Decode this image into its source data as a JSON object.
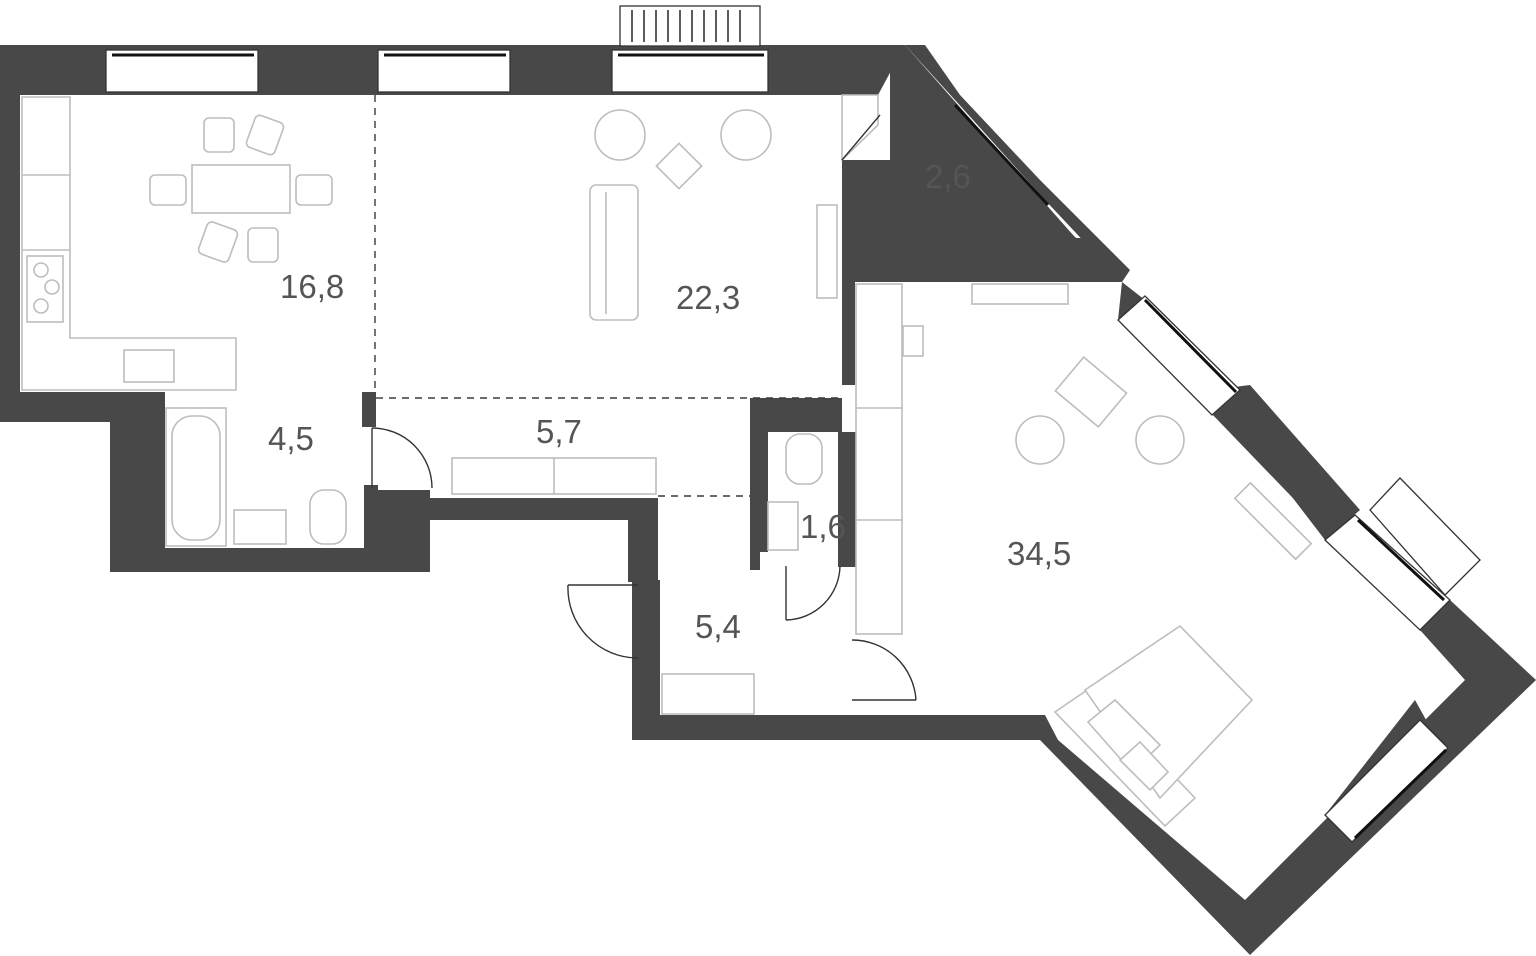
{
  "floor_plan": {
    "rooms": [
      {
        "id": "kitchen",
        "area": "16,8"
      },
      {
        "id": "living",
        "area": "22,3"
      },
      {
        "id": "storage-balcony",
        "area": "2,6"
      },
      {
        "id": "bathroom",
        "area": "4,5"
      },
      {
        "id": "corridor",
        "area": "5,7"
      },
      {
        "id": "toilet",
        "area": "1,6"
      },
      {
        "id": "hall",
        "area": "5,4"
      },
      {
        "id": "bedroom",
        "area": "34,5"
      }
    ],
    "colors": {
      "wall": "#484848",
      "furniture_stroke": "#bdbdbd",
      "label": "#555555",
      "background": "#ffffff"
    }
  }
}
